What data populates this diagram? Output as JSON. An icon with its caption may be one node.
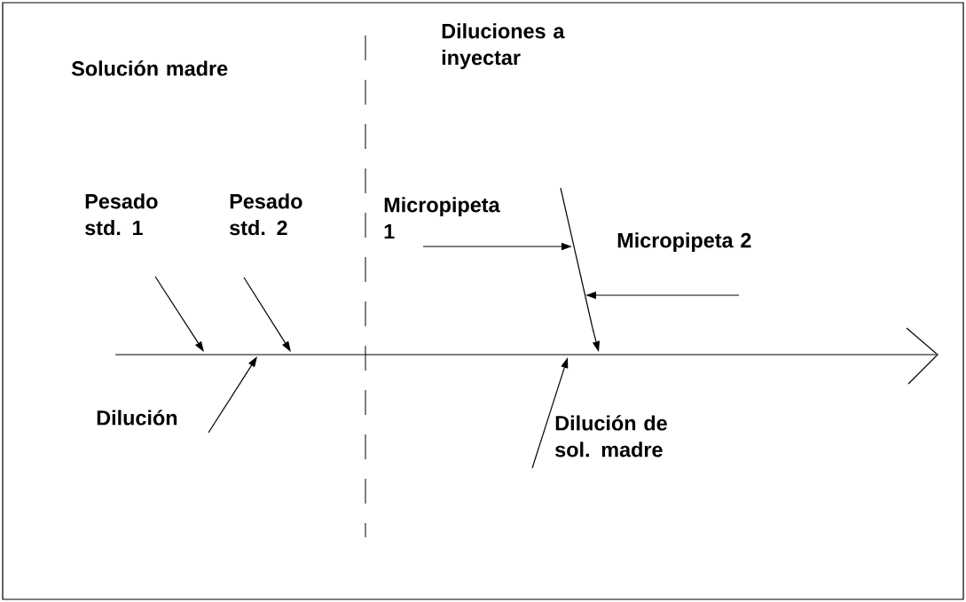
{
  "diagram": {
    "nodes": [
      {
        "text": [],
        "shape": "arrow"
      },
      {
        "text": [
          "Pesado std. 1"
        ]
      },
      {
        "text": [
          "Pesado std. 2"
        ]
      },
      {
        "text": [
          "Dilución"
        ]
      },
      {
        "text": [
          "Micropipeta 1"
        ]
      },
      {
        "text": [
          "Micropipeta 2"
        ]
      },
      {
        "text": [
          "Dilución de sol. madre"
        ]
      },
      {
        "text": [],
        "shape": "line"
      }
    ],
    "edges": [
      {
        "from": 1,
        "to": 0,
        "arrow": "to"
      },
      {
        "from": 2,
        "to": 0,
        "arrow": "to"
      },
      {
        "from": 3,
        "to": 0,
        "arrow": "to"
      },
      {
        "from": 4,
        "to": 7,
        "arrow": "to"
      },
      {
        "from": 5,
        "to": 7,
        "arrow": "to"
      },
      {
        "from": 7,
        "to": 0,
        "arrow": "to"
      },
      {
        "from": 6,
        "to": 0,
        "arrow": "to"
      }
    ],
    "labels": [
      "Solución madre",
      "Diluciones a inyectar"
    ]
  }
}
